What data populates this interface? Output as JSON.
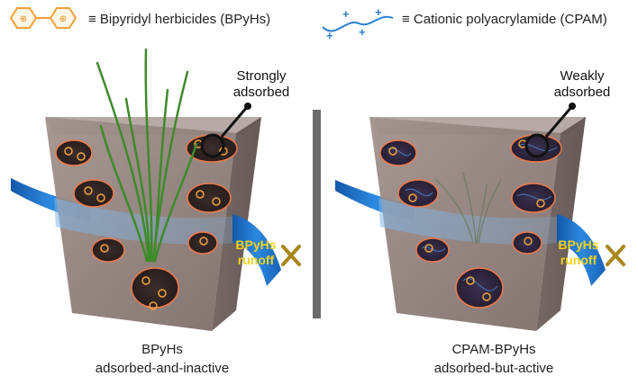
{
  "legend": {
    "bpyhs_text": "≡ Bipyridyl herbicides (BPyHs)",
    "cpam_text": "≡ Cationic polyacrylamide (CPAM)"
  },
  "left_panel": {
    "callout": "Strongly adsorbed",
    "callout_line1": "Strongly",
    "callout_line2": "adsorbed",
    "runoff_line1": "BPyHs",
    "runoff_line2": "runoff",
    "label_line1": "BPyHs",
    "label_line2": "adsorbed-and-inactive"
  },
  "right_panel": {
    "callout_line1": "Weakly",
    "callout_line2": "adsorbed",
    "runoff_line1": "BPyHs",
    "runoff_line2": "runoff",
    "label_line1": "CPAM-BPyHs",
    "label_line2": "adsorbed-but-active"
  },
  "colors": {
    "herbicide": "#f2a13a",
    "cpam": "#2a7fd0",
    "soil_box": "#8a7a76",
    "water": "#1f74c9",
    "runoff_text": "#f2d21a",
    "cross": "#a8871a",
    "divider": "#6b6b6b"
  },
  "icons": [
    "bipyridyl-molecule-icon",
    "cpam-polymer-icon",
    "cross-icon",
    "plant-icon"
  ]
}
